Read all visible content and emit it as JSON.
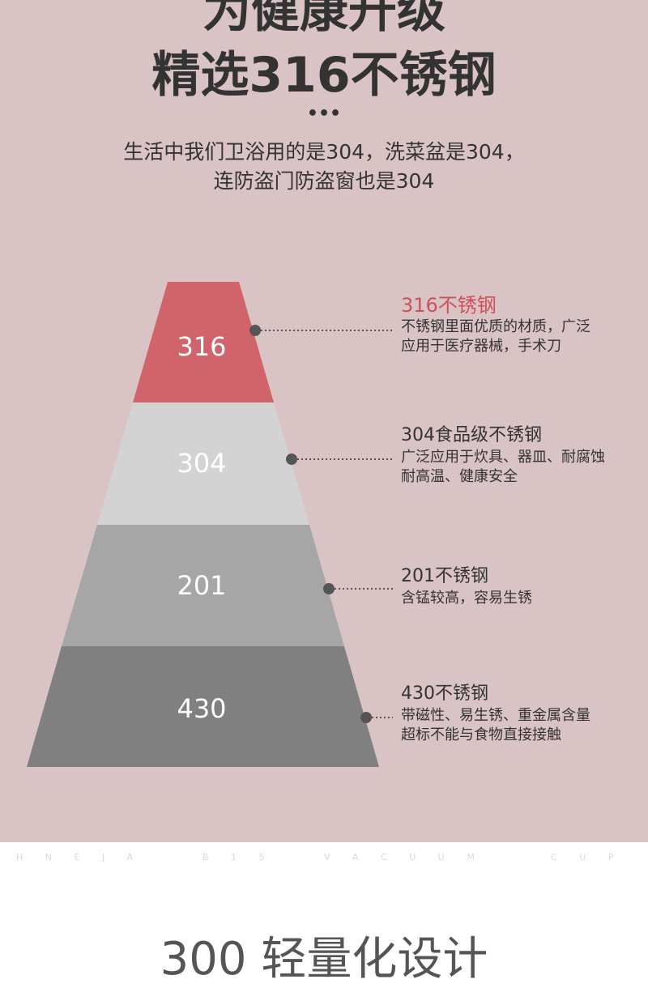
{
  "header": {
    "title_line1": "为健康升级",
    "title_line2": "精选316不锈钢",
    "ellipsis": "•••",
    "subtitle_line1": "生活中我们卫浴用的是304，洗菜盆是304，",
    "subtitle_line2": "连防盗门防盗窗也是304"
  },
  "colors": {
    "background": "#d9c3c5",
    "tier316": "#d0646a",
    "tier304": "#d3d3d3",
    "tier201": "#a6a6a6",
    "tier430": "#808080",
    "accent": "#d0505a"
  },
  "pyramid": [
    {
      "grade": "316",
      "title": "316不锈钢",
      "desc1": "不锈钢里面优质的材质，广泛",
      "desc2": "应用于医疗器械，手术刀"
    },
    {
      "grade": "304",
      "title": "304食品级不锈钢",
      "desc1": "广泛应用于炊具、器皿、耐腐蚀",
      "desc2": "耐高温、健康安全"
    },
    {
      "grade": "201",
      "title": "201不锈钢",
      "desc1": "含锰较高，容易生锈",
      "desc2": ""
    },
    {
      "grade": "430",
      "title": "430不锈钢",
      "desc1": "带磁性、易生锈、重金属含量",
      "desc2": "超标不能与食物直接接触"
    }
  ],
  "footer": {
    "brand_words": [
      "H N E J A",
      "B 1 5",
      "V A C U U M",
      "C U P"
    ]
  },
  "next_section": {
    "title": "300 轻量化设计"
  }
}
